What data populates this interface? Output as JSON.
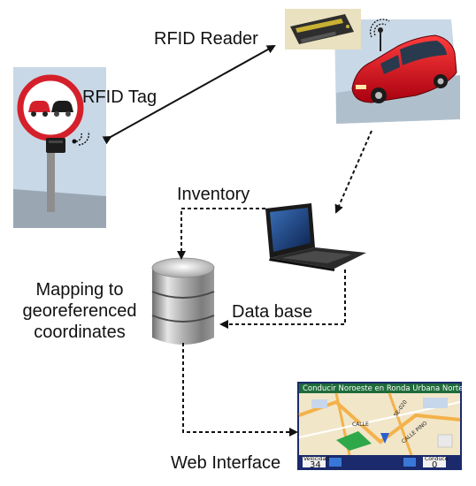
{
  "labels": {
    "rfid_reader": "RFID Reader",
    "rfid_tag": "RFID Tag",
    "inventory": "Inventory",
    "mapping_line1": "Mapping to",
    "mapping_line2": "georeferenced",
    "mapping_line3": "coordinates",
    "data_base": "Data base",
    "web_interface": "Web Interface"
  },
  "gps_screen": {
    "title": "Conducir Noroeste en Ronda Urbana Norte",
    "street_1": "CALLE",
    "street_2": "CALLE PINO",
    "street_3": "SE-020",
    "speed_label": "Velocidad",
    "speed_value": "34",
    "arrive_label": "Conduce",
    "arrive_value": "0"
  },
  "colors": {
    "arrow": "#111111",
    "sign_red": "#d4202a",
    "car_red": "#d8101c",
    "gps_header": "#1e6b3a",
    "gps_bar": "#1a2a6c",
    "road_bg": "#c9d8e6"
  },
  "icons": [
    "no-overtaking-sign-icon",
    "rfid-tag-icon",
    "rfid-reader-device-icon",
    "car-icon",
    "laptop-icon",
    "database-icon",
    "gps-map-icon"
  ]
}
